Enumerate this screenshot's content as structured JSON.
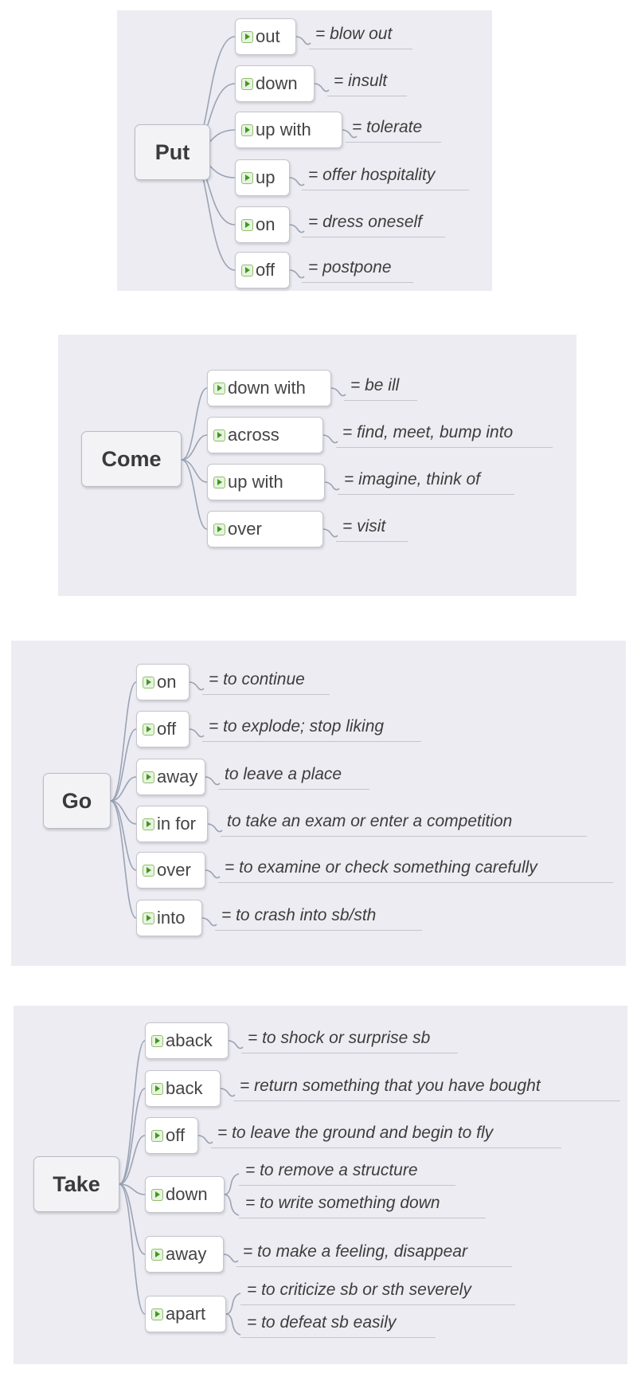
{
  "maps": [
    {
      "verb": "Put",
      "branches": [
        {
          "particle": "out",
          "meanings": [
            "= blow out"
          ]
        },
        {
          "particle": "down",
          "meanings": [
            "= insult"
          ]
        },
        {
          "particle": "up with",
          "meanings": [
            "= tolerate"
          ]
        },
        {
          "particle": "up",
          "meanings": [
            "= offer hospitality"
          ]
        },
        {
          "particle": "on",
          "meanings": [
            "= dress oneself"
          ]
        },
        {
          "particle": "off",
          "meanings": [
            "= postpone"
          ]
        }
      ]
    },
    {
      "verb": "Come",
      "branches": [
        {
          "particle": "down with",
          "meanings": [
            "= be ill"
          ]
        },
        {
          "particle": "across",
          "meanings": [
            "= find, meet, bump into"
          ]
        },
        {
          "particle": "up with",
          "meanings": [
            "= imagine, think of"
          ]
        },
        {
          "particle": "over",
          "meanings": [
            "= visit"
          ]
        }
      ]
    },
    {
      "verb": "Go",
      "branches": [
        {
          "particle": "on",
          "meanings": [
            "= to continue"
          ]
        },
        {
          "particle": "off",
          "meanings": [
            "= to explode; stop liking"
          ]
        },
        {
          "particle": "away",
          "meanings": [
            "to leave a place"
          ]
        },
        {
          "particle": "in for",
          "meanings": [
            "to take an exam or enter a competition"
          ]
        },
        {
          "particle": "over",
          "meanings": [
            "= to examine or check something carefully"
          ]
        },
        {
          "particle": "into",
          "meanings": [
            "= to crash into sb/sth"
          ]
        }
      ]
    },
    {
      "verb": "Take",
      "branches": [
        {
          "particle": "aback",
          "meanings": [
            "= to shock or surprise sb"
          ]
        },
        {
          "particle": "back",
          "meanings": [
            "= return something that you have bought"
          ]
        },
        {
          "particle": "off",
          "meanings": [
            "= to leave the ground and begin to fly"
          ]
        },
        {
          "particle": "down",
          "meanings": [
            "= to remove a structure",
            "= to write something down"
          ]
        },
        {
          "particle": "away",
          "meanings": [
            "= to make a feeling, disappear"
          ]
        },
        {
          "particle": "apart",
          "meanings": [
            "= to criticize sb or sth severely",
            "= to defeat sb easily"
          ]
        }
      ]
    }
  ]
}
